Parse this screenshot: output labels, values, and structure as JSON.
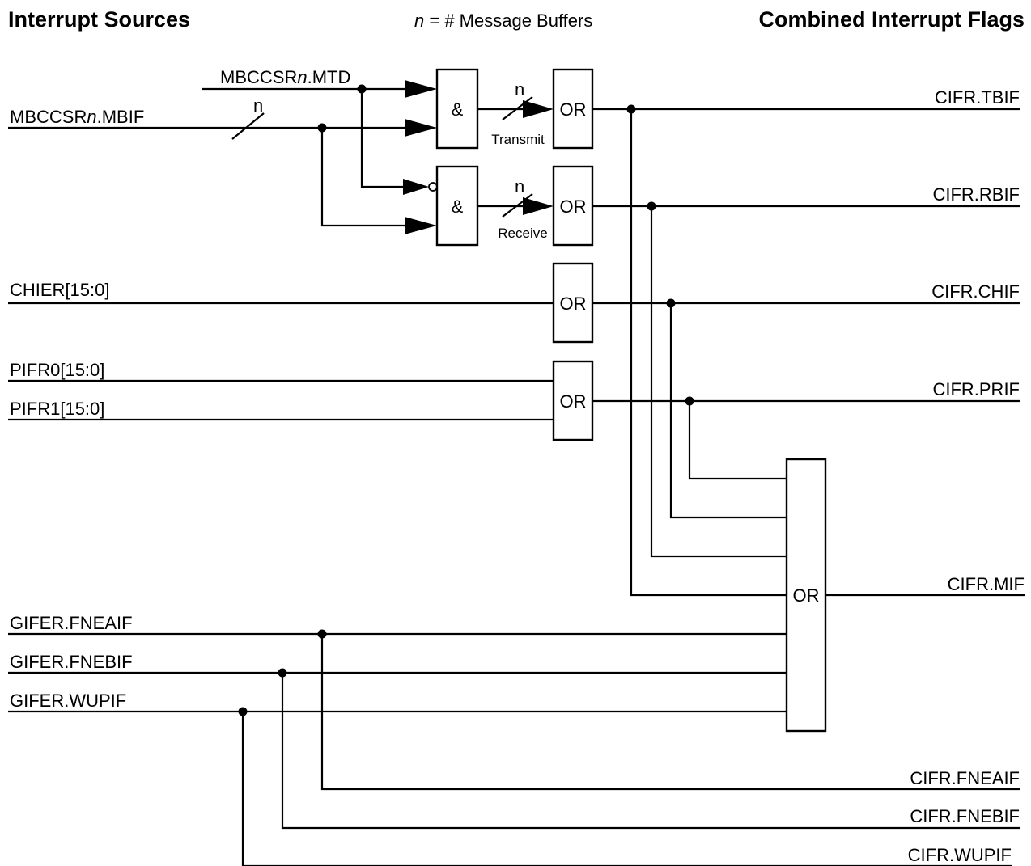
{
  "header": {
    "left_title": "Interrupt Sources",
    "center_note_var": "n",
    "center_note_text": " = # Message Buffers",
    "right_title": "Combined Interrupt Flags"
  },
  "inputs": {
    "mtd_prefix": "MBCCSR",
    "mtd_var": "n",
    "mtd_suffix": ".MTD",
    "mbif_prefix": "MBCCSR",
    "mbif_var": "n",
    "mbif_suffix": ".MBIF",
    "chier": "CHIER[15:0]",
    "pifr0": "PIFR0[15:0]",
    "pifr1": "PIFR1[15:0]",
    "fneaif": "GIFER.FNEAIF",
    "fnebif": "GIFER.FNEBIF",
    "wupif": "GIFER.WUPIF"
  },
  "gates": {
    "and_label": "&",
    "or_label": "OR",
    "bus_width": "n",
    "transmit": "Transmit",
    "receive": "Receive"
  },
  "outputs": {
    "tbif": "CIFR.TBIF",
    "rbif": "CIFR.RBIF",
    "chif": "CIFR.CHIF",
    "prif": "CIFR.PRIF",
    "mif": "CIFR.MIF",
    "fneaif": "CIFR.FNEAIF",
    "fnebif": "CIFR.FNEBIF",
    "wupif": "CIFR.WUPIF"
  }
}
